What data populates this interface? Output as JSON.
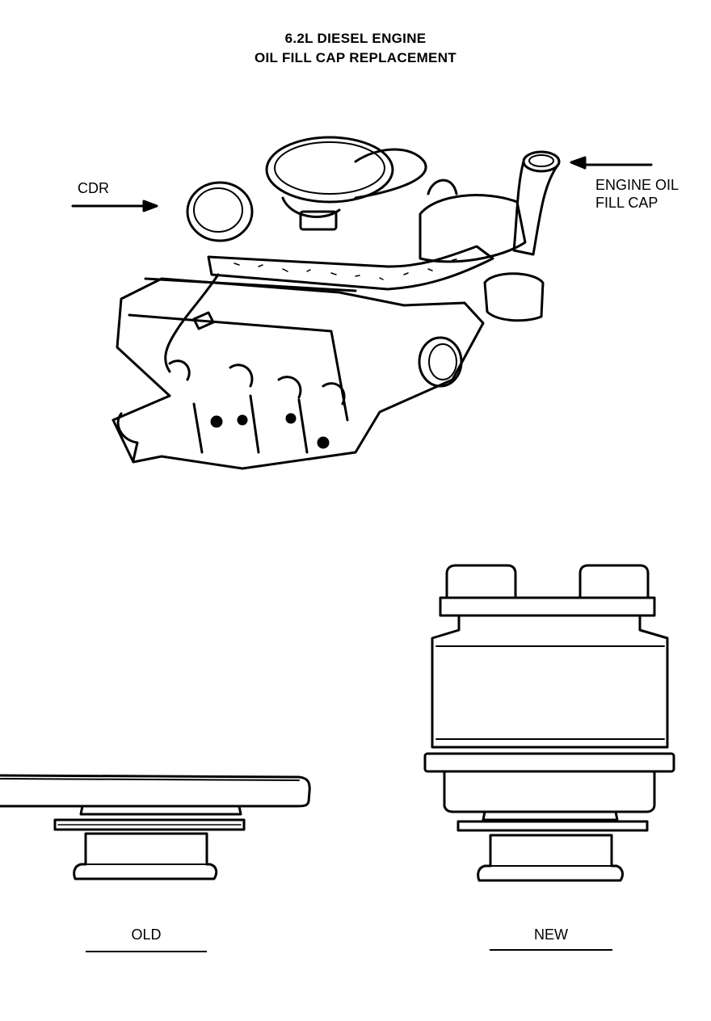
{
  "title": {
    "line1": "6.2L DIESEL ENGINE",
    "line2": "OIL FILL CAP REPLACEMENT"
  },
  "callouts": {
    "cdr": "CDR",
    "oil_fill_cap_line1": "ENGINE OIL",
    "oil_fill_cap_line2": "FILL CAP"
  },
  "captions": {
    "old": "OLD",
    "new": "NEW"
  },
  "colors": {
    "ink": "#000000",
    "paper": "#ffffff"
  }
}
